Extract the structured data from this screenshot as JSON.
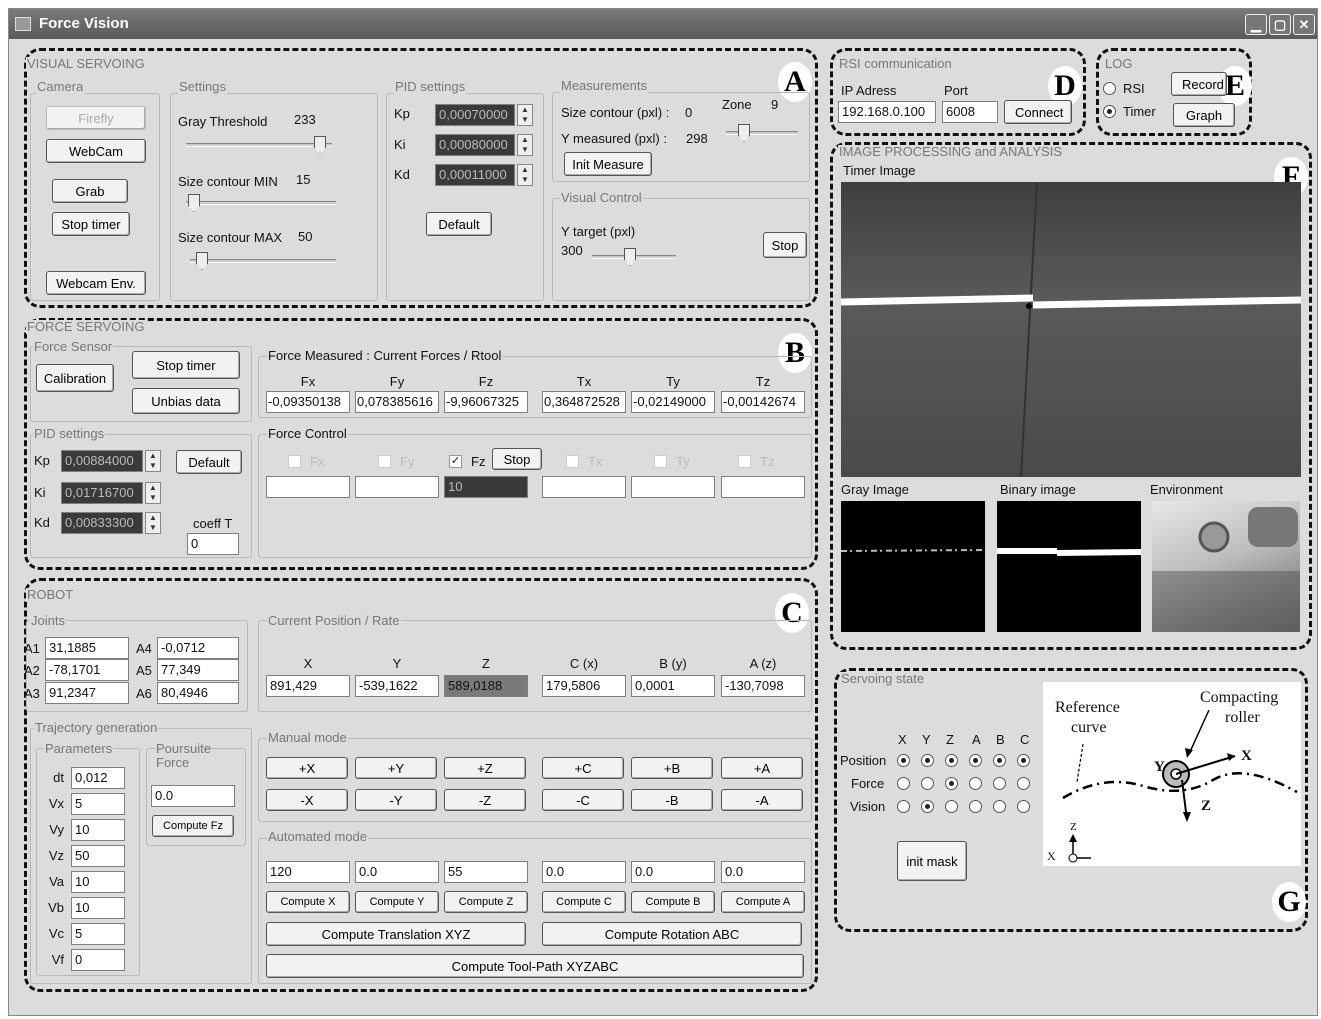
{
  "window": {
    "title": "Force Vision"
  },
  "letters": {
    "a": "A",
    "b": "B",
    "c": "C",
    "d": "D",
    "e": "E",
    "f": "F",
    "g": "G"
  },
  "visual": {
    "title": "VISUAL SERVOING",
    "camera": {
      "title": "Camera",
      "firefly": "Firefly",
      "webcam": "WebCam",
      "grab": "Grab",
      "stop_timer": "Stop timer",
      "webcam_env": "Webcam Env."
    },
    "settings": {
      "title": "Settings",
      "gray_threshold_label": "Gray Threshold",
      "gray_threshold": "233",
      "min_label": "Size contour MIN",
      "min": "15",
      "max_label": "Size contour MAX",
      "max": "50"
    },
    "pid": {
      "title": "PID settings",
      "kp_label": "Kp",
      "kp": "0,00070000",
      "ki_label": "Ki",
      "ki": "0,00080000",
      "kd_label": "Kd",
      "kd": "0,00011000",
      "default": "Default"
    },
    "meas": {
      "title": "Measurements",
      "size_label": "Size contour (pxl) :",
      "size": "0",
      "zone_label": "Zone",
      "zone": "9",
      "ymeas_label": "Y measured (pxl) :",
      "ymeas": "298",
      "init": "Init Measure"
    },
    "vc": {
      "title": "Visual Control",
      "ytarget_label": "Y target (pxl)",
      "ytarget": "300",
      "stop": "Stop"
    }
  },
  "force": {
    "title": "FORCE SERVOING",
    "sensor": {
      "title": "Force Sensor",
      "calibration": "Calibration",
      "stop_timer": "Stop timer",
      "unbias": "Unbias data"
    },
    "measured": {
      "title": "Force Measured  :  Current Forces / Rtool",
      "headers": [
        "Fx",
        "Fy",
        "Fz",
        "Tx",
        "Ty",
        "Tz"
      ],
      "values": [
        "-0,09350138",
        "0,078385616",
        "-9,96067325",
        "0,364872528",
        "-0,02149000",
        "-0,00142674"
      ]
    },
    "pid": {
      "title": "PID settings",
      "kp_label": "Kp",
      "kp": "0,00884000",
      "ki_label": "Ki",
      "ki": "0,01716700",
      "kd_label": "Kd",
      "kd": "0,00833300",
      "default": "Default",
      "coeff_label": "coeff T",
      "coeff": "0"
    },
    "control": {
      "title": "Force Control",
      "labels": [
        "Fx",
        "Fy",
        "Fz",
        "Tx",
        "Ty",
        "Tz"
      ],
      "stop": "Stop",
      "fz_value": "10"
    }
  },
  "robot": {
    "title": "ROBOT",
    "joints": {
      "title": "Joints",
      "a1_label": "A1",
      "a1": "31,1885",
      "a2_label": "A2",
      "a2": "-78,1701",
      "a3_label": "A3",
      "a3": "91,2347",
      "a4_label": "A4",
      "a4": "-0,0712",
      "a5_label": "A5",
      "a5": "77,349",
      "a6_label": "A6",
      "a6": "80,4946"
    },
    "position": {
      "title": "Current Position / Rate",
      "headers": [
        "X",
        "Y",
        "Z",
        "C (x)",
        "B (y)",
        "A (z)"
      ],
      "values": [
        "891,429",
        "-539,1622",
        "589,0188",
        "179,5806",
        "0,0001",
        "-130,7098"
      ]
    },
    "traj": {
      "title": "Trajectory generation",
      "params_title": "Parameters",
      "labels": [
        "dt",
        "Vx",
        "Vy",
        "Vz",
        "Va",
        "Vb",
        "Vc",
        "Vf"
      ],
      "values": [
        "0,012",
        "5",
        "10",
        "50",
        "10",
        "10",
        "5",
        "0"
      ],
      "poursuite_title": "Poursuite Force",
      "poursuite_value": "0.0",
      "compute_fz": "Compute Fz"
    },
    "manual": {
      "title": "Manual mode",
      "plus": [
        "+X",
        "+Y",
        "+Z",
        "+C",
        "+B",
        "+A"
      ],
      "minus": [
        "-X",
        "-Y",
        "-Z",
        "-C",
        "-B",
        "-A"
      ]
    },
    "auto": {
      "title": "Automated mode",
      "values": [
        "120",
        "0.0",
        "55",
        "0.0",
        "0.0",
        "0.0"
      ],
      "compute": [
        "Compute X",
        "Compute Y",
        "Compute Z",
        "Compute C",
        "Compute B",
        "Compute A"
      ],
      "translation": "Compute Translation XYZ",
      "rotation": "Compute Rotation ABC",
      "toolpath": "Compute Tool-Path XYZABC"
    }
  },
  "rsi": {
    "title": "RSI communication",
    "ip_label": "IP Adress",
    "ip": "192.168.0.100",
    "port_label": "Port",
    "port": "6008",
    "connect": "Connect"
  },
  "log": {
    "title": "LOG",
    "rsi": "RSI",
    "timer": "Timer",
    "record": "Record",
    "graph": "Graph"
  },
  "image": {
    "title": "IMAGE PROCESSING and ANALYSIS",
    "timer_label": "Timer Image",
    "gray_label": "Gray Image",
    "binary_label": "Binary image",
    "env_label": "Environment"
  },
  "state": {
    "title": "Servoing state",
    "cols": [
      "X",
      "Y",
      "Z",
      "A",
      "B",
      "C"
    ],
    "rows": [
      "Position",
      "Force",
      "Vision"
    ],
    "init_mask": "init mask",
    "diagram": {
      "reference": "Reference",
      "curve": "curve",
      "compacting": "Compacting",
      "roller": "roller",
      "x": "X",
      "y": "Y",
      "z": "Z",
      "axis_z": "Z",
      "axis_x": "X"
    }
  },
  "colors": {
    "titlebar": "#5a5a5a",
    "window": "#dcdcdc",
    "dark_field": "#3a3a3a"
  }
}
